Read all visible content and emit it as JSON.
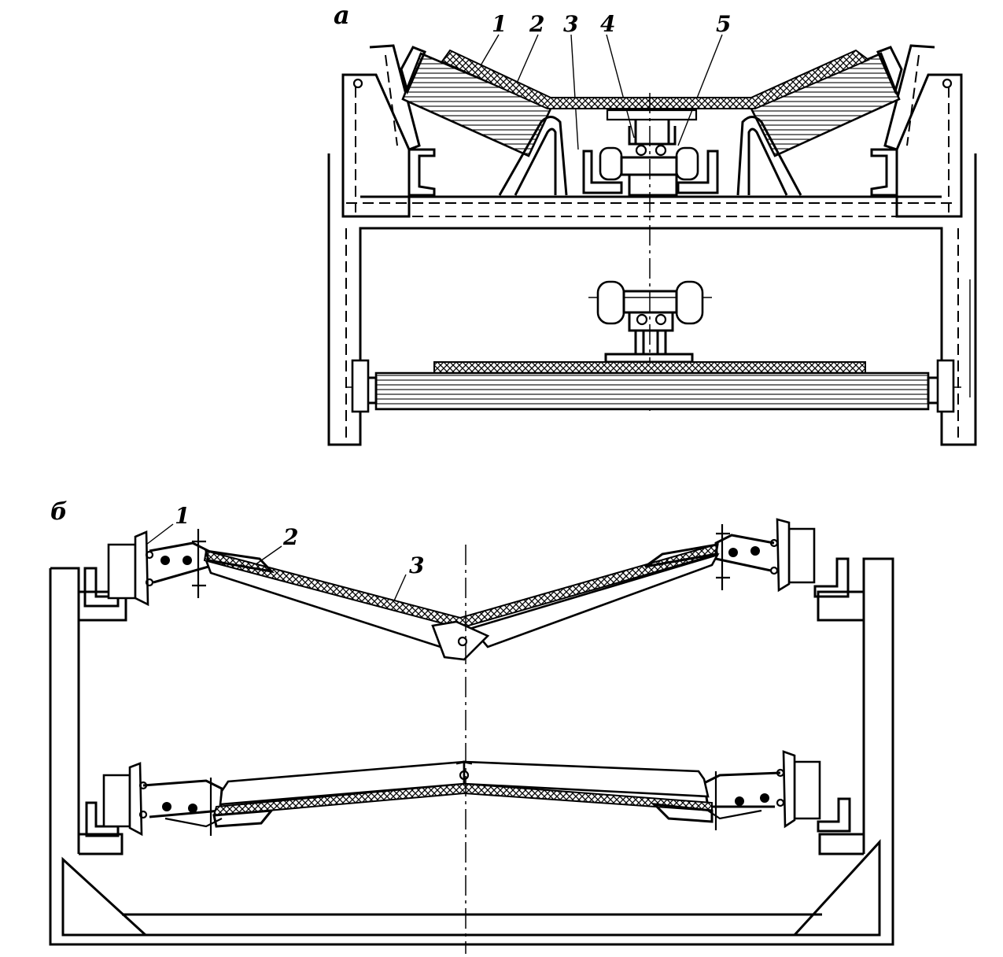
{
  "figure_a": {
    "panel_label": "а",
    "callouts": [
      "1",
      "2",
      "3",
      "4",
      "5"
    ]
  },
  "figure_b": {
    "panel_label": "б",
    "callouts": [
      "1",
      "2",
      "3"
    ]
  },
  "colors": {
    "ink": "#000000",
    "paper": "#ffffff"
  }
}
